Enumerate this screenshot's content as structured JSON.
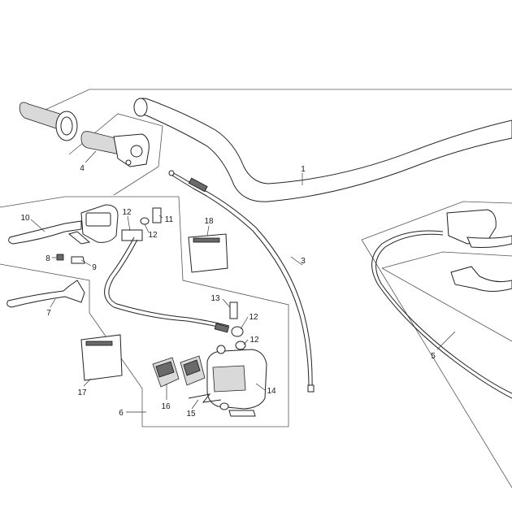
{
  "callouts": [
    {
      "id": "1",
      "label": "1"
    },
    {
      "id": "3",
      "label": "3"
    },
    {
      "id": "4",
      "label": "4"
    },
    {
      "id": "5",
      "label": "5"
    },
    {
      "id": "6",
      "label": "6"
    },
    {
      "id": "7",
      "label": "7"
    },
    {
      "id": "8",
      "label": "8"
    },
    {
      "id": "9",
      "label": "9"
    },
    {
      "id": "10",
      "label": "10"
    },
    {
      "id": "11",
      "label": "11"
    },
    {
      "id": "12a",
      "label": "12"
    },
    {
      "id": "12b",
      "label": "12"
    },
    {
      "id": "12c",
      "label": "12"
    },
    {
      "id": "12d",
      "label": "12"
    },
    {
      "id": "13",
      "label": "13"
    },
    {
      "id": "14",
      "label": "14"
    },
    {
      "id": "15",
      "label": "15"
    },
    {
      "id": "16",
      "label": "16"
    },
    {
      "id": "17",
      "label": "17"
    },
    {
      "id": "18",
      "label": "18"
    }
  ]
}
